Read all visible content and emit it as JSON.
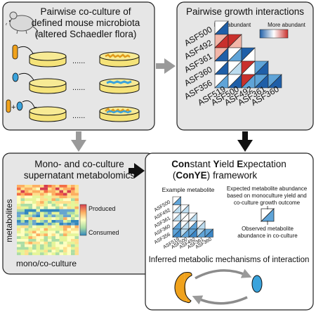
{
  "panel1": {
    "title_line1": "Pairwise co-culture of",
    "title_line2": "defined mouse microbiota",
    "title_line3": "(altered Schaedler flora)",
    "plus_sign": "+",
    "dots": "......"
  },
  "panel2": {
    "title": "Pairwise growth interactions",
    "legend_less": "Less abundant",
    "legend_more": "More abundant",
    "row_labels": [
      "ASF500",
      "ASF492",
      "ASF361",
      "ASF360",
      "ASF356"
    ],
    "col_labels": [
      "ASF519",
      "ASF500",
      "ASF492",
      "ASF361",
      "ASF360"
    ]
  },
  "panel3": {
    "title_line1": "Mono- and co-culture",
    "title_line2": "supernatant metabolomics",
    "ylabel": "metabolites",
    "xlabel": "mono/co-culture",
    "legend_produced": "Produced",
    "legend_consumed": "Consumed"
  },
  "panel4": {
    "title_line1_bold1": "Con",
    "title_line1_rest1": "stant ",
    "title_line1_bold2": "Y",
    "title_line1_rest2": "ield ",
    "title_line1_bold3": "E",
    "title_line1_rest3": "xpectation",
    "title_line2_open": "(",
    "title_line2_bold": "ConYE",
    "title_line2_close": ")",
    "title_line3": "framework",
    "example_label": "Example metabolite",
    "row_labels": [
      "ASF500",
      "ASF492",
      "ASF361",
      "ASF360",
      "ASF356"
    ],
    "col_labels": [
      "ASF519",
      "ASF500",
      "ASF492",
      "ASF361",
      "ASF360"
    ],
    "expected_line1": "Expected metabolite abundance",
    "expected_line2": "based on monoculture yield and",
    "expected_line3": "co-culture growth outcome",
    "observed_line1": "Observed metabolite",
    "observed_line2": "abundance in co-culture",
    "mechanisms_label": "Inferred metabolic mechanisms of interaction"
  },
  "colors": {
    "panel_fill": "#e6e6e6",
    "panel_stroke": "#222222",
    "arrow_gray": "#9a9a9a",
    "arrow_black": "#111111",
    "dish_yellow": "#f5e37a",
    "bact_orange": "#f0a21c",
    "bact_blue": "#3aa3dc",
    "deep_red": "#c9302c",
    "light_red": "#f2b6a8",
    "deep_blue": "#1f5fa8",
    "mid_blue": "#5fa4d8",
    "light_blue": "#bcdcef"
  }
}
